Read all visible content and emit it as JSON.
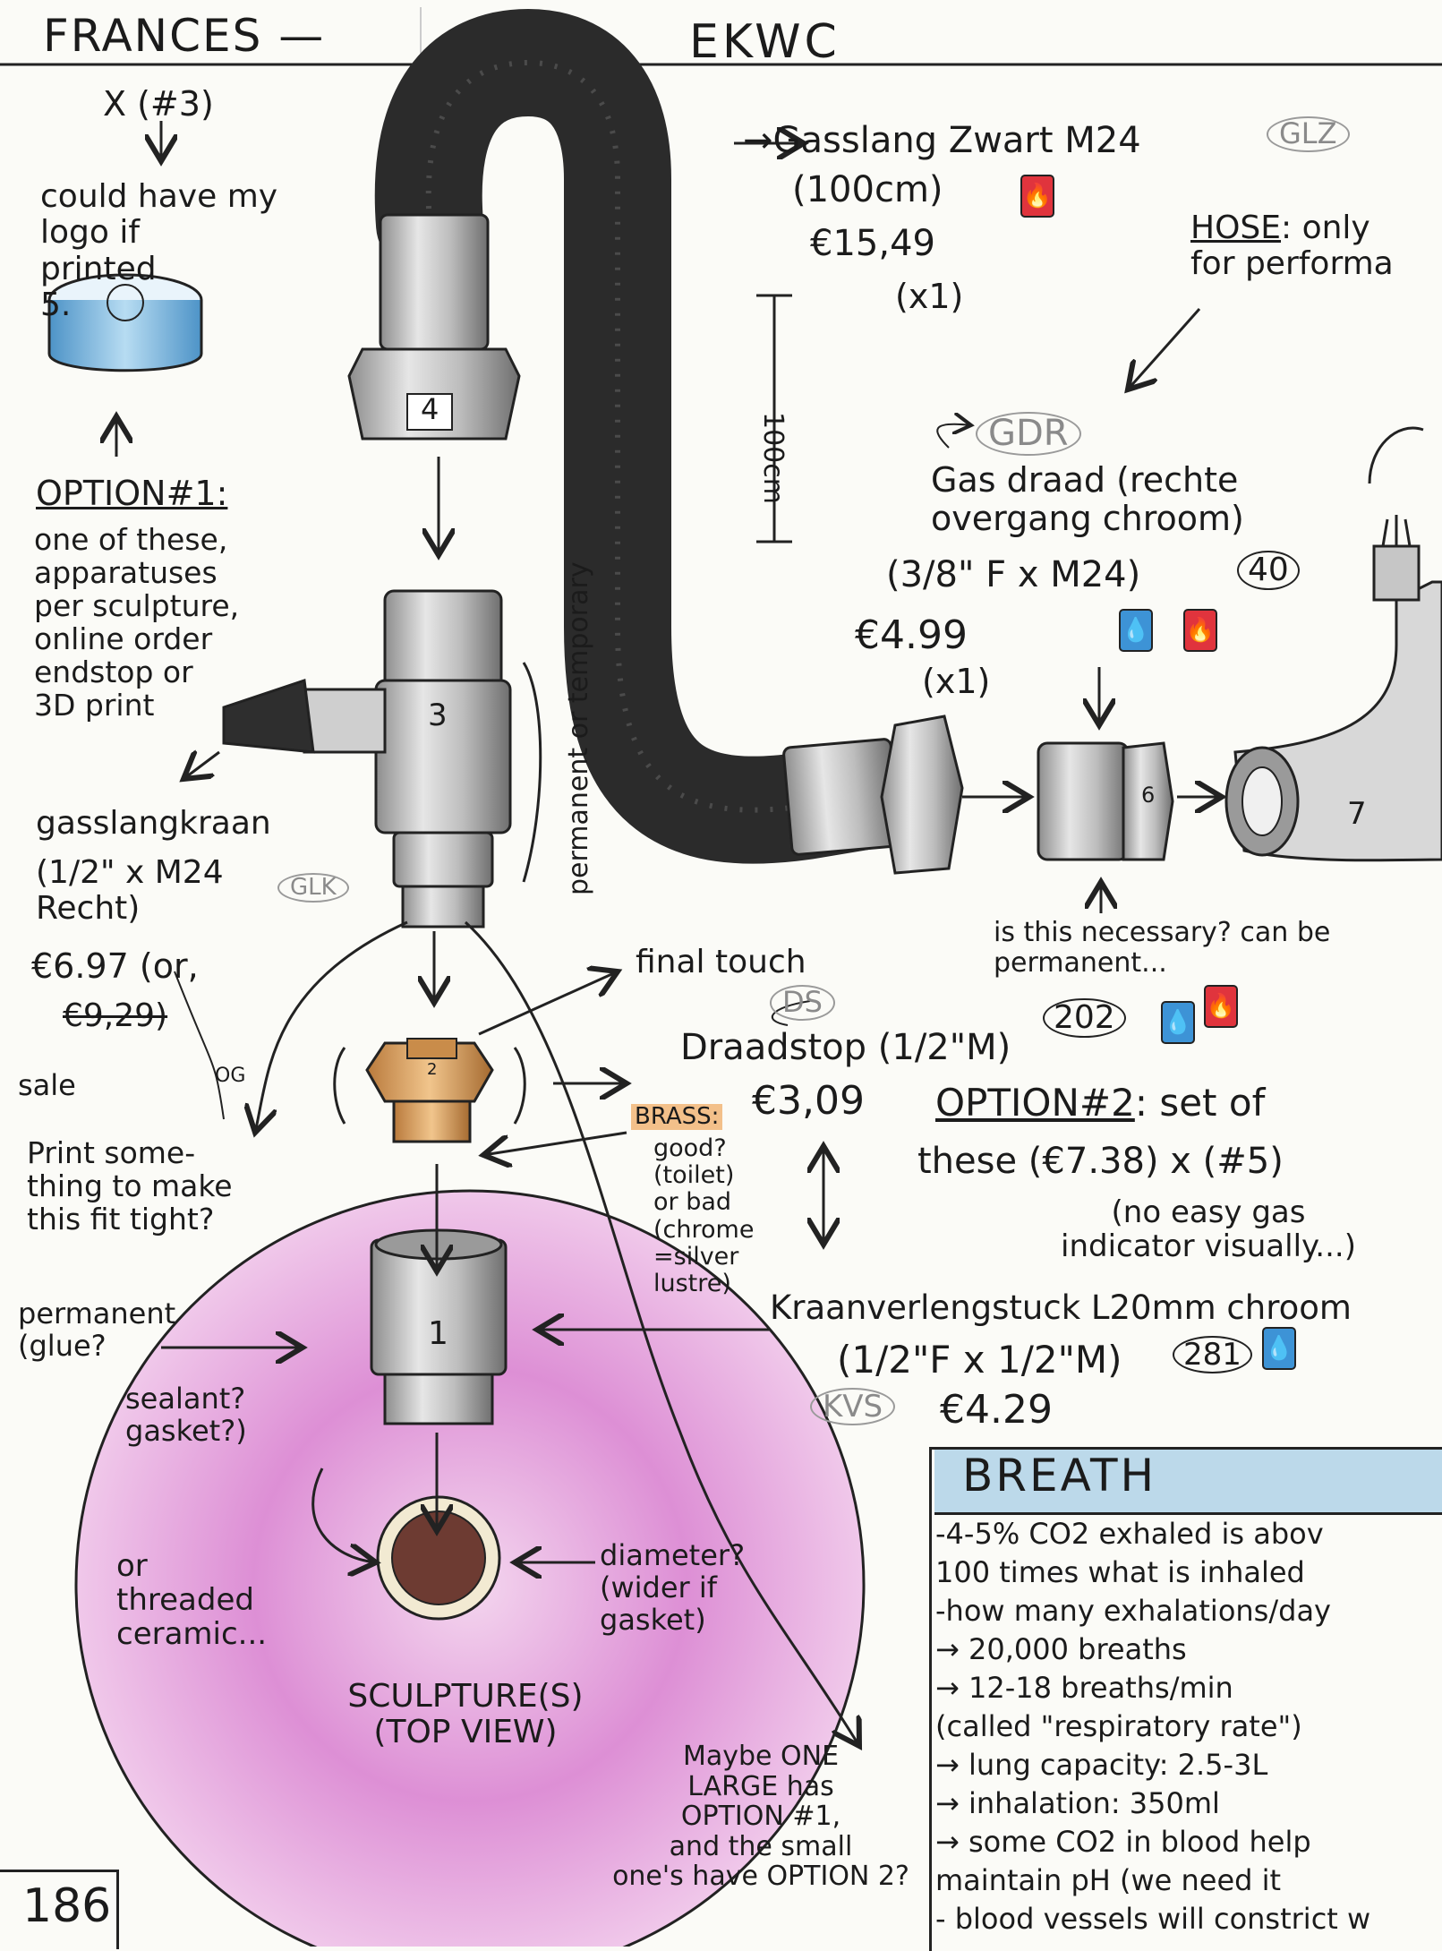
{
  "header": {
    "title_left": "FRANCES —",
    "title_right": "EKWC"
  },
  "page_number": "186",
  "left_top": {
    "x_ref": "X (#3)",
    "logo_note": "could have my\nlogo if\nprinted\n5."
  },
  "option1": {
    "title": "OPTION#1:",
    "text": "one of these,\napparatuses\nper sculpture,\nonline order\nendstop or\n3D print"
  },
  "gasslangkraan": {
    "name": "gasslangkraan",
    "spec": "(1/2\" x M24\nRecht)",
    "code": "GLK",
    "price": "€6.97 (or,",
    "price_alt": "€9,29)",
    "sale": "sale",
    "og": "OG"
  },
  "print_note": "Print some-\nthing to make\nthis fit tight?",
  "permanent_label": "permanent or temporary",
  "hose": {
    "name": "→Gasslang Zwart M24",
    "code": "GLZ",
    "length": "(100cm)",
    "price": "€15,49",
    "qty": "(x1)",
    "dimension": "100cm",
    "note_title": "HOSE",
    "note_rest": ": only\nfor performa"
  },
  "gas_draad": {
    "code": "GDR",
    "name": "Gas draad (rechte\novergang chroom)",
    "spec": "(3/8\" F x M24)",
    "num": "40",
    "price": "€4.99",
    "qty": "(x1)"
  },
  "necessary_note": "is this necessary? can be\npermanent...",
  "final_touch": "final touch",
  "draadstop": {
    "code": "DS",
    "name": "Draadstop (1/2\"M)",
    "num": "202",
    "price": "€3,09"
  },
  "brass_note": {
    "label": "BRASS:",
    "text": "good?\n(toilet)\nor bad\n(chrome\n=silver\nlustre)"
  },
  "option2": {
    "title": "OPTION#2",
    "text": ": set of",
    "line2": "these (€7.38) x (#5)",
    "note": "(no easy gas\nindicator visually...)"
  },
  "kraanverlengstuck": {
    "name": "Kraanverlengstuck L20mm chroom",
    "spec": "(1/2\"F x 1/2\"M)",
    "num": "281",
    "code": "KVS",
    "price": "€4.29"
  },
  "permanent_glue": "permanent\n(glue?",
  "sealant": "sealant?\ngasket?)",
  "ceramic": "or\nthreaded\nceramic...",
  "diameter": "diameter?\n(wider if\ngasket)",
  "sculpture": "SCULPTURE(S)\n(TOP VIEW)",
  "maybe_note": "Maybe ONE\nLARGE has\nOPTION #1,\nand the small\none's have OPTION 2?",
  "parts": {
    "p1": "1",
    "p2": "2",
    "p3": "3",
    "p4": "4",
    "p6": "6",
    "p7": "7"
  },
  "badge_icons": {
    "blue": "droplet-icon",
    "red": "flame-icon",
    "blue_symbol": "💧",
    "red_symbol": "🔥"
  },
  "breath": {
    "title": "BREATH",
    "lines": [
      "-4-5% CO2 exhaled is abov",
      "100 times what is inhaled",
      "-how many exhalations/day",
      "→ 20,000 breaths",
      "→ 12-18 breaths/min",
      "(called \"respiratory rate\")",
      "→ lung capacity: 2.5-3L",
      "→ inhalation: 350ml",
      "→ some CO2 in blood help",
      "maintain pH (we need it",
      "- blood vessels will constrict w"
    ]
  },
  "colors": {
    "pink": "#d97fd0",
    "hose": "#2b2b2b",
    "brass": "#d9a066",
    "blue_badge": "#3d93d6",
    "red_badge": "#e0343d",
    "breath_bg": "#bcd9ea"
  }
}
